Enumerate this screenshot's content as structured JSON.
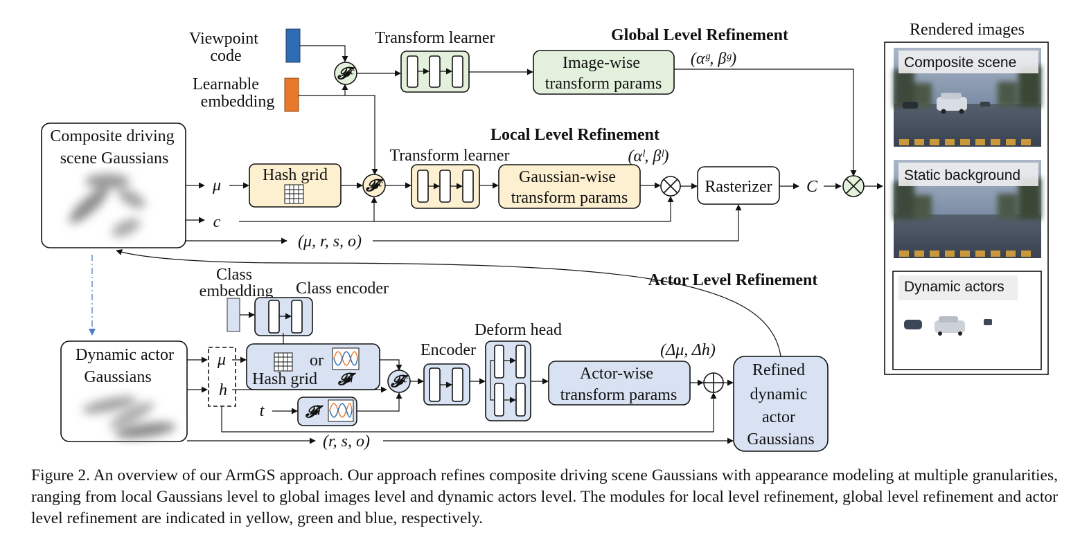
{
  "inputs": {
    "viewpoint_code": [
      "Viewpoint",
      "code"
    ],
    "learnable_embedding": [
      "Learnable",
      "embedding"
    ]
  },
  "global": {
    "title": "Global Level Refinement",
    "transform_learner": "Transform learner",
    "params": [
      "Image-wise",
      "transform params"
    ],
    "symbol": "(αᵍ, βᵍ)"
  },
  "local": {
    "title": "Local Level Refinement",
    "transform_learner": "Transform learner",
    "hash_grid": "Hash grid",
    "params": [
      "Gaussian-wise",
      "transform params"
    ],
    "symbol": "(αˡ, βˡ)",
    "rasterizer": "Rasterizer",
    "C": "C"
  },
  "composite": {
    "label": [
      "Composite driving",
      "scene Gaussians"
    ],
    "mu": "μ",
    "c": "c",
    "tuple": "(μ, r, s, o)"
  },
  "fc_symbol": "𝓕ᶜ",
  "ff_symbol": "𝓕ᶠ",
  "actor": {
    "title": "Actor Level Refinement",
    "class_embedding": [
      "Class",
      "embedding"
    ],
    "class_encoder": "Class encoder",
    "hash_grid": "Hash grid",
    "or": "or",
    "encoder": "Encoder",
    "deform_head": "Deform head",
    "params": [
      "Actor-wise",
      "transform params"
    ],
    "symbol": "(Δμ, Δh)",
    "dyn_label": [
      "Dynamic actor",
      "Gaussians"
    ],
    "mu": "μ",
    "h": "h",
    "t": "t",
    "tuple": "(r, s, o)",
    "refined": [
      "Refined",
      "dynamic",
      "actor",
      "Gaussians"
    ]
  },
  "rendered": {
    "title": "Rendered images",
    "composite": "Composite scene",
    "static": "Static background",
    "dynamic": "Dynamic actors"
  },
  "colors": {
    "viewpoint": "#2e6db4",
    "embedding": "#e8782a",
    "yellow": "#fdf0d0",
    "green": "#e3f1dc",
    "blue": "#d9e2f3"
  },
  "caption": "Figure 2. An overview of our ArmGS approach. Our approach refines composite driving scene Gaussians with appearance modeling at multiple granularities, ranging from local Gaussians level to global images level and dynamic actors level. The modules for local level refinement, global level refinement and actor level refinement are indicated in yellow, green and blue, respectively."
}
